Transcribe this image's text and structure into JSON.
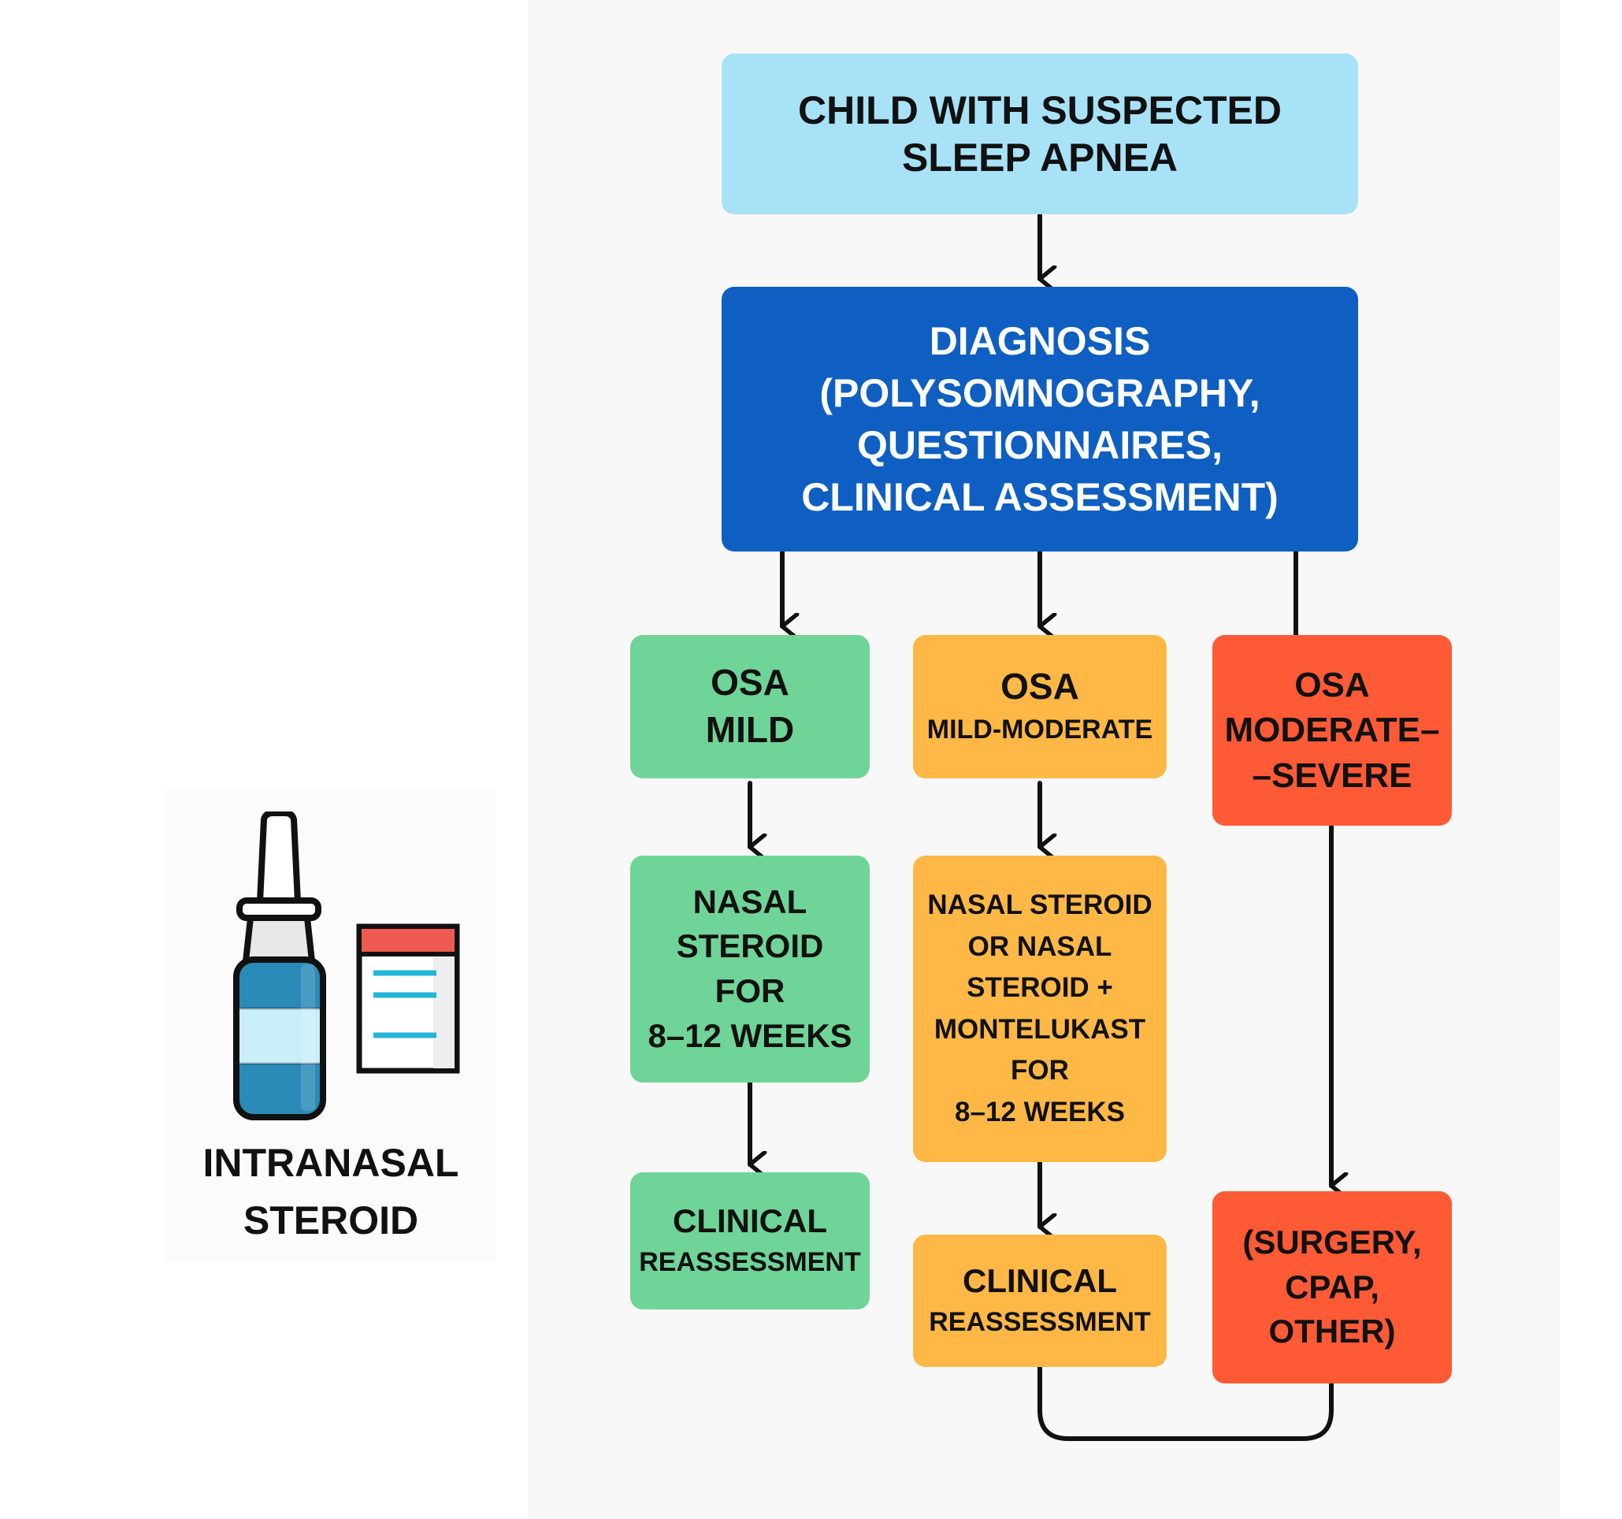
{
  "colors": {
    "start": "#a8e2f7",
    "diagnosis": "#0e5fc1",
    "mild": "#6fd497",
    "mild_moderate": "#ffb845",
    "moderate_severe": "#ff5a36",
    "bottle": "#2a8ab8",
    "bottle_label": "#c9eef8",
    "box_lid": "#ef5a50",
    "box_lines": "#22b5d8"
  },
  "icons": [
    "nasal-spray-bottle-icon",
    "medicine-box-icon"
  ],
  "nodes": {
    "start": {
      "lines": [
        "CHILD WITH SUSPECTED",
        "SLEEP APNEA"
      ]
    },
    "diagnosis": {
      "lines": [
        "DIAGNOSIS",
        "(POLYSOMNOGRAPHY,",
        "QUESTIONNAIRES,",
        "CLINICAL ASSESSMENT)"
      ]
    },
    "mild": {
      "lines": [
        "OSA",
        "MILD"
      ]
    },
    "mild_moderate": {
      "lines": [
        "OSA",
        "MILD-MODERATE"
      ]
    },
    "moderate_severe": {
      "lines": [
        "OSA",
        "MODERATE–",
        "–SEVERE"
      ]
    },
    "mild_treatment": {
      "lines": [
        "NASAL",
        "STEROID",
        "FOR",
        "8–12 WEEKS"
      ]
    },
    "mm_treatment": {
      "lines": [
        "NASAL STEROID",
        "OR NASAL",
        "STEROID +",
        "MONTELUKAST",
        "FOR",
        "8–12 WEEKS"
      ]
    },
    "mild_reassessment": {
      "lines": [
        "CLINICAL",
        "REASSESSMENT"
      ]
    },
    "mm_reassessment": {
      "lines": [
        "CLINICAL",
        "REASSESSMENT"
      ]
    },
    "severe_treatment": {
      "lines": [
        "(SURGERY,",
        "CPAP,",
        "OTHER)"
      ]
    }
  },
  "side_label": {
    "lines": [
      "INTRANASAL",
      "STEROID"
    ]
  }
}
